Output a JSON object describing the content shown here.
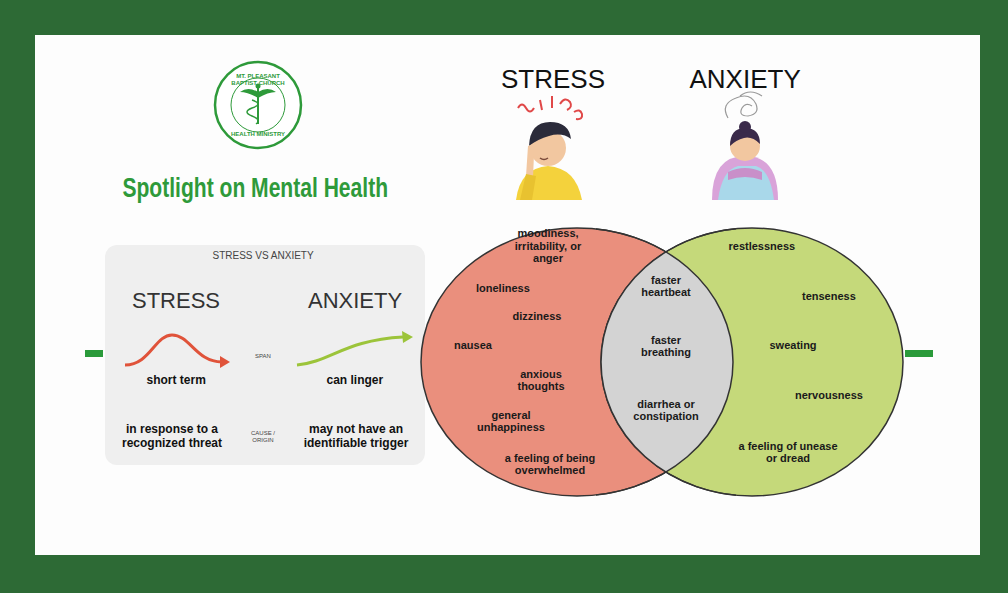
{
  "diagram": {
    "title": "Spotlight on Mental Health",
    "nodes": [
      {
        "text": [
          "MT. PLEASANT BAPTIST CHURCH",
          "HEALTH MINISTRY"
        ]
      },
      {
        "text": [
          "STRESS VS ANXIETY"
        ]
      },
      {
        "text": [
          "STRESS",
          "moodiness, irritability, or anger",
          "loneliness",
          "dizziness",
          "nausea",
          "anxious thoughts",
          "general unhappiness",
          "a feeling of being overwhelmed"
        ]
      },
      {
        "text": [
          "faster heartbeat",
          "faster breathing",
          "diarrhea or constipation"
        ]
      },
      {
        "text": [
          "ANXIETY",
          "restlessness",
          "tenseness",
          "sweating",
          "nervousness",
          "a feeling of unease or dread"
        ]
      }
    ],
    "labels": [
      "STRESS",
      "ANXIETY",
      "SPAN",
      "short term",
      "can linger",
      "CAUSE / ORIGIN",
      "in response to a recognized threat",
      "may not have an identifiable trigger"
    ]
  }
}
